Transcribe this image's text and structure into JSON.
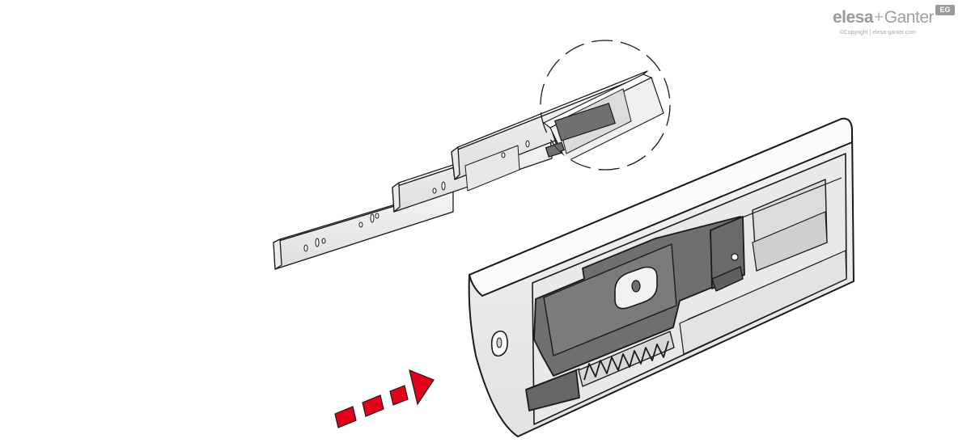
{
  "logo": {
    "name_left": "elesa",
    "name_plus": "+",
    "name_right": "Ganter",
    "mark": "EG",
    "copyright": "©Copyright | elesa-ganter.com"
  },
  "illustration": {
    "subject": "telescopic-drawer-slide",
    "detail_view": "soft-close-mechanism",
    "arrow_color": "#e3001b",
    "line_color": "#1a1a1a",
    "part_color": "#707070"
  }
}
